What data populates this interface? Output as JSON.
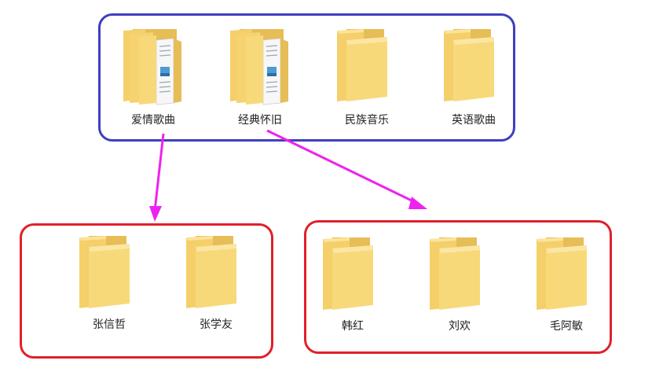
{
  "top_group": {
    "folders": [
      {
        "label": "爱情歌曲",
        "icon": "open-folder-with-documents-icon"
      },
      {
        "label": "经典怀旧",
        "icon": "open-folder-with-documents-icon"
      },
      {
        "label": "民族音乐",
        "icon": "folder-icon"
      },
      {
        "label": "英语歌曲",
        "icon": "folder-icon"
      }
    ]
  },
  "left_group": {
    "folders": [
      {
        "label": "张信哲",
        "icon": "folder-icon"
      },
      {
        "label": "张学友",
        "icon": "folder-icon"
      }
    ]
  },
  "right_group": {
    "folders": [
      {
        "label": "韩红",
        "icon": "folder-icon"
      },
      {
        "label": "刘欢",
        "icon": "folder-icon"
      },
      {
        "label": "毛阿敏",
        "icon": "folder-icon"
      }
    ]
  },
  "colors": {
    "top_group_border": "#3f3fbf",
    "child_group_border": "#e0202a",
    "arrow": "#ee22ee",
    "folder_front": "#f7d878",
    "folder_back": "#e8bf55"
  }
}
